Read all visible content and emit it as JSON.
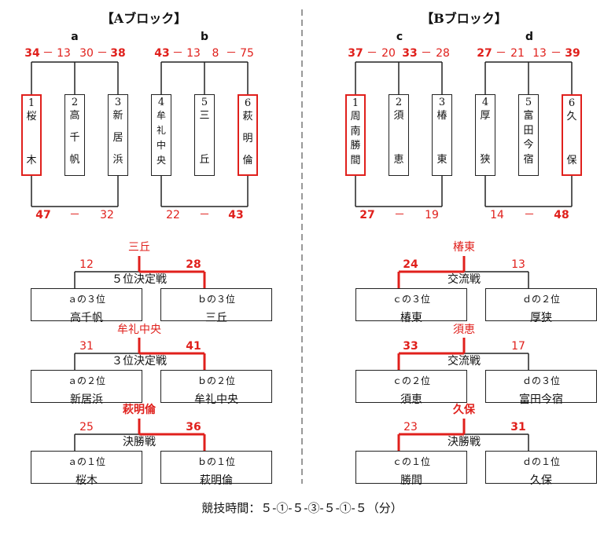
{
  "blocks": [
    {
      "title": "【Aブロック】",
      "groups": [
        {
          "label": "a",
          "top": [
            "34",
            "－",
            "13",
            "30",
            "－",
            "38"
          ],
          "bottom": [
            "47",
            "－",
            "32"
          ],
          "teams": [
            {
              "num": "1",
              "name": "桜木"
            },
            {
              "num": "2",
              "name": "高千帆"
            },
            {
              "num": "3",
              "name": "新居浜"
            }
          ]
        },
        {
          "label": "b",
          "top": [
            "43",
            "－",
            "13",
            "8",
            "－",
            "75"
          ],
          "bottom": [
            "22",
            "－",
            "43"
          ],
          "teams": [
            {
              "num": "4",
              "name": "牟礼中央"
            },
            {
              "num": "5",
              "name": "三丘"
            },
            {
              "num": "6",
              "name": "萩明倫"
            }
          ]
        }
      ]
    },
    {
      "title": "【Bブロック】",
      "groups": [
        {
          "label": "c",
          "top": [
            "37",
            "－",
            "20",
            "33",
            "－",
            "28"
          ],
          "bottom": [
            "27",
            "－",
            "19"
          ],
          "teams": [
            {
              "num": "1",
              "name": "周南勝間"
            },
            {
              "num": "2",
              "name": "須恵"
            },
            {
              "num": "3",
              "name": "椿東"
            }
          ]
        },
        {
          "label": "d",
          "top": [
            "27",
            "－",
            "21",
            "13",
            "－",
            "39"
          ],
          "bottom": [
            "14",
            "－",
            "48"
          ],
          "teams": [
            {
              "num": "4",
              "name": "厚狭"
            },
            {
              "num": "5",
              "name": "富田今宿"
            },
            {
              "num": "6",
              "name": "久保"
            }
          ]
        }
      ]
    }
  ],
  "matches": [
    {
      "winner": "三丘",
      "name": "５位決定戦",
      "left_score": "12",
      "right_score": "28",
      "left": {
        "rank": "ａの３位",
        "team": "高千帆"
      },
      "right": {
        "rank": "ｂの３位",
        "team": "三丘"
      }
    },
    {
      "winner": "椿東",
      "name": "交流戦",
      "left_score": "24",
      "right_score": "13",
      "left": {
        "rank": "ｃの３位",
        "team": "椿東"
      },
      "right": {
        "rank": "ｄの２位",
        "team": "厚狭"
      }
    },
    {
      "winner": "牟礼中央",
      "name": "３位決定戦",
      "left_score": "31",
      "right_score": "41",
      "left": {
        "rank": "ａの２位",
        "team": "新居浜"
      },
      "right": {
        "rank": "ｂの２位",
        "team": "牟礼中央"
      }
    },
    {
      "winner": "須恵",
      "name": "交流戦",
      "left_score": "33",
      "right_score": "17",
      "left": {
        "rank": "ｃの２位",
        "team": "須恵"
      },
      "right": {
        "rank": "ｄの３位",
        "team": "富田今宿"
      }
    },
    {
      "winner": "萩明倫",
      "name": "決勝戦",
      "left_score": "25",
      "right_score": "36",
      "left": {
        "rank": "ａの１位",
        "team": "桜木"
      },
      "right": {
        "rank": "ｂの１位",
        "team": "萩明倫"
      }
    },
    {
      "winner": "久保",
      "name": "決勝戦",
      "left_score": "23",
      "right_score": "31",
      "left": {
        "rank": "ｃの１位",
        "team": "勝間"
      },
      "right": {
        "rank": "ｄの１位",
        "team": "久保"
      }
    }
  ],
  "footer": "競技時間：５-①-５-③-５-①-５（分）",
  "colors": {
    "winner_line": "#e0201c",
    "line": "#222222",
    "score": "#e0201c"
  }
}
